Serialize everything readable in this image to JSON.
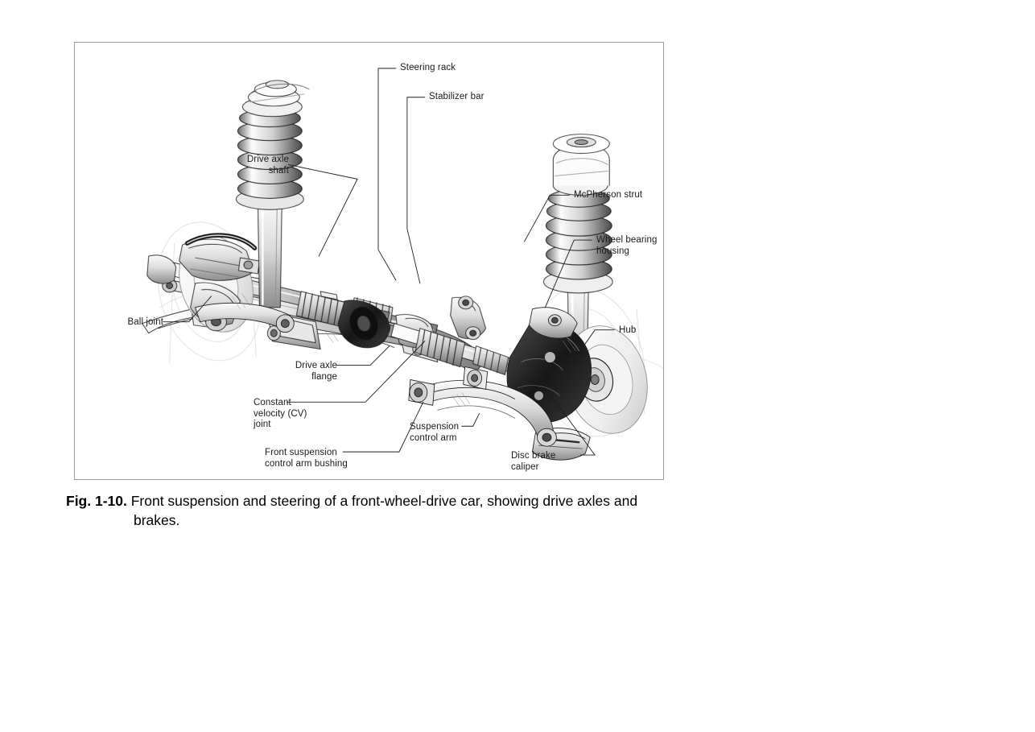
{
  "figure": {
    "caption_number": "Fig. 1-10.",
    "caption_text": "Front suspension and steering of a front-wheel-drive car, showing drive axles and",
    "caption_text_line2": "brakes.",
    "frame_color": "#9a9a9a",
    "ink_color": "#1a1a1a"
  },
  "callouts": [
    {
      "id": "steering-rack",
      "label": "Steering rack"
    },
    {
      "id": "stabilizer-bar",
      "label": "Stabilizer bar"
    },
    {
      "id": "drive-axle-shaft",
      "label": "Drive axle\nshaft"
    },
    {
      "id": "mcpherson-strut",
      "label": "McPherson strut"
    },
    {
      "id": "wheel-bearing-housing",
      "label": "Wheel bearing\nhousing"
    },
    {
      "id": "ball-joint",
      "label": "Ball joint"
    },
    {
      "id": "hub",
      "label": "Hub"
    },
    {
      "id": "drive-axle-flange",
      "label": "Drive axle\nflange"
    },
    {
      "id": "cv-joint",
      "label": "Constant\nvelocity (CV)\njoint"
    },
    {
      "id": "front-susp-bushing",
      "label": "Front suspension\ncontrol arm bushing"
    },
    {
      "id": "suspension-control-arm",
      "label": "Suspension\ncontrol arm"
    },
    {
      "id": "disc-brake-caliper",
      "label": "Disc brake\ncaliper"
    }
  ],
  "illustration": {
    "subject": "front-wheel-drive front suspension and steering cutaway line drawing",
    "components": [
      "left McPherson strut with coil spring",
      "right McPherson strut with coil spring",
      "steering rack with bellows boots",
      "stabilizer bar",
      "drive axle shafts with CV joint boots",
      "suspension control arms",
      "disc brake rotors and calipers",
      "wheel bearing housings and hubs"
    ]
  }
}
